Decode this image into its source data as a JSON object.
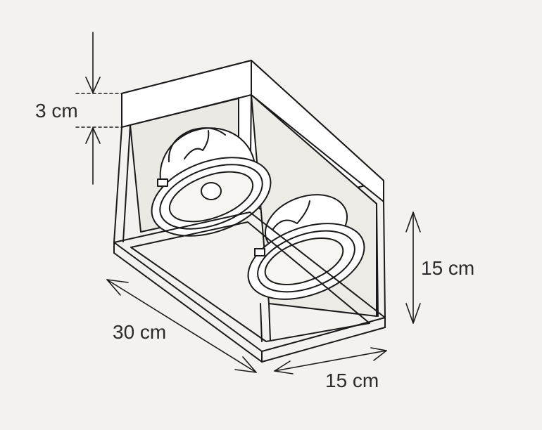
{
  "dimensions": {
    "top_band": "3 cm",
    "height": "15 cm",
    "length": "30 cm",
    "width": "15 cm"
  },
  "colors": {
    "background": "#f4f2ee",
    "line": "#1a1a1a",
    "text": "#2b2b2b"
  }
}
